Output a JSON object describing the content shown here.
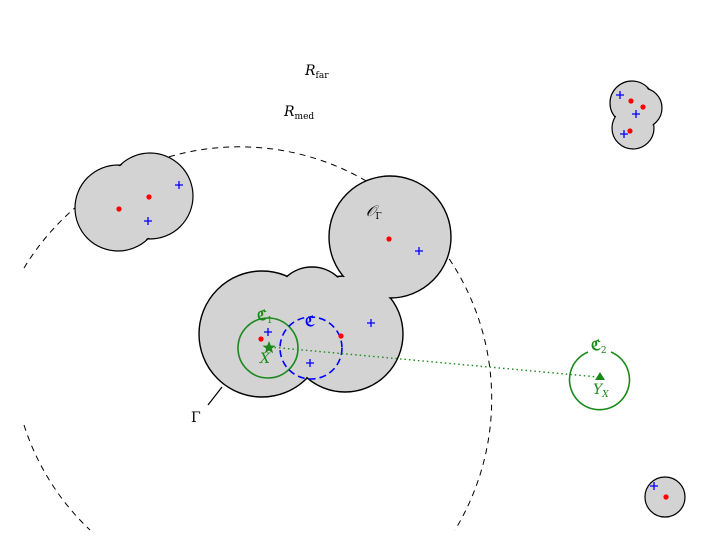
{
  "labels": {
    "r_far": "R",
    "r_far_sub": "far",
    "r_med": "R",
    "r_med_sub": "med",
    "o_gamma": "𝒪",
    "o_gamma_sub": "Γ",
    "c1": "ℭ",
    "c1_sub": "1",
    "c": "ℭ",
    "c2": "ℭ",
    "c2_sub": "2",
    "x": "X",
    "y": "Y",
    "y_sub": "X",
    "gamma": "Γ"
  },
  "colors": {
    "blob_fill": "#d3d3d3",
    "outline": "#000000",
    "red_point": "#ff0000",
    "blue_mark": "#0000ff",
    "green": "#1a8a1a"
  },
  "icons": {
    "red_point": "filled-dot",
    "blue_mark": "plus-sign",
    "x_marker": "star",
    "y_marker": "triangle"
  }
}
